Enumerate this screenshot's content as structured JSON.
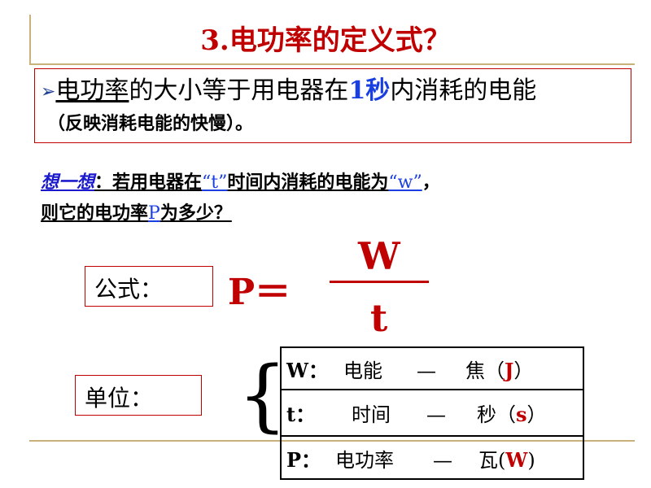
{
  "title": "3.电功率的定义式？",
  "definition": {
    "bullet": "➢",
    "term": "电功率",
    "text_a": "的大小等于用电器在",
    "highlight": "1秒",
    "text_b": "内消耗的电能",
    "note": "（反映消耗电能的快慢）。"
  },
  "think": {
    "lead": "想一想",
    "colon": "：",
    "part1": "若用电器在",
    "var_t": "“t”",
    "part2": "时间内消耗的电能为",
    "var_w": "“w”",
    "comma": "，",
    "line2_a": "则它的电功率",
    "var_p": "P",
    "line2_b": "为多少？"
  },
  "formula": {
    "label": "公式：",
    "lhs": "P＝",
    "numerator": "W",
    "denominator": "t"
  },
  "units": {
    "label": "单位：",
    "brace": "{",
    "rows": [
      {
        "symbol": "W：",
        "name": "电能",
        "dash": "—",
        "unit_name": "焦（",
        "unit_symbol": "J",
        "close": "）"
      },
      {
        "symbol": "t：",
        "name": "时间",
        "dash": "—",
        "unit_name": "秒（",
        "unit_symbol": "s",
        "close": "）"
      },
      {
        "symbol": "P：",
        "name": "电功率",
        "dash": "—",
        "unit_name": "瓦(",
        "unit_symbol": "W",
        "close": ")"
      }
    ]
  },
  "colors": {
    "accent_red": "#c00000",
    "accent_blue": "#1a3fe0",
    "rule_gold": "#c8b27a"
  }
}
